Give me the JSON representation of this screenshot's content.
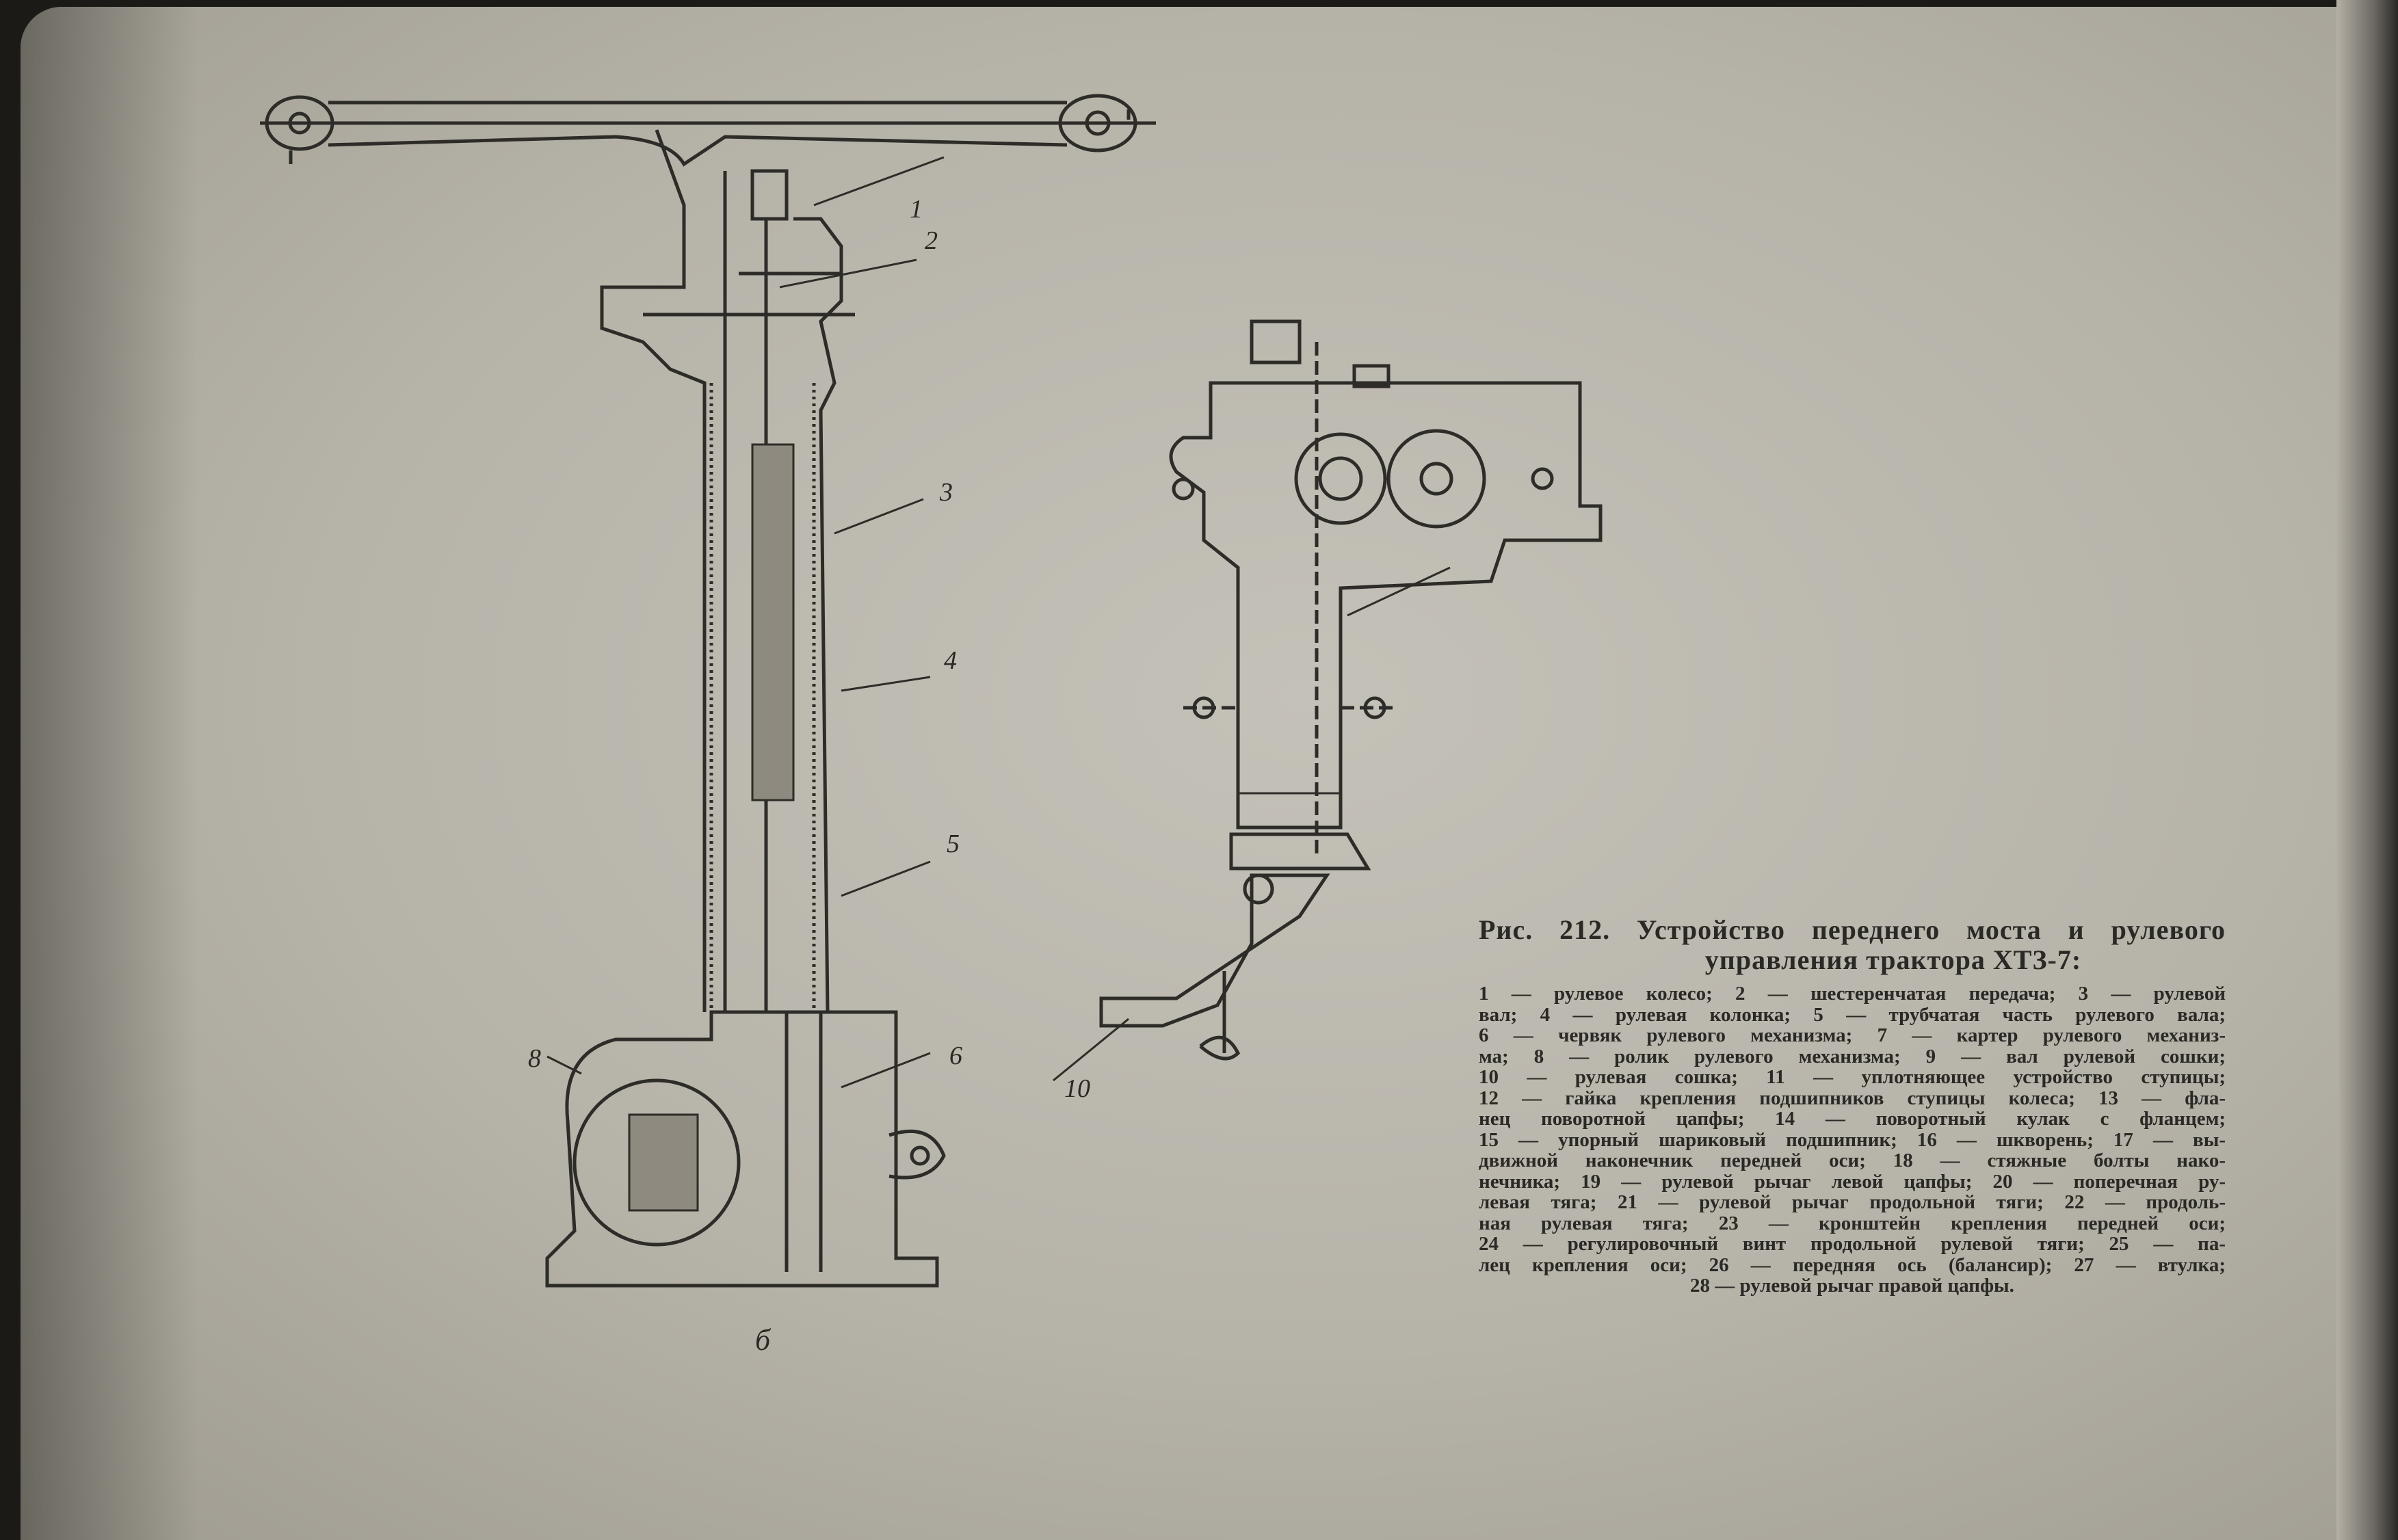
{
  "figure": {
    "labels": {
      "l1": "1",
      "l2": "2",
      "l3": "3",
      "l4": "4",
      "l5": "5",
      "l6": "6",
      "l8": "8",
      "l10": "10",
      "sub": "б"
    },
    "caption_title": [
      "Рис. 212. Устройство переднего моста и рулевого",
      "управления трактора ХТЗ-7:"
    ],
    "caption_lines": [
      "1 — рулевое колесо; 2 — шестеренчатая передача; 3 — рулевой",
      "вал; 4 — рулевая колонка; 5 — трубчатая часть рулевого вала;",
      "6 — червяк рулевого механизма; 7 — картер рулевого механиз-",
      "ма; 8 — ролик рулевого механизма; 9 — вал рулевой сошки;",
      "10 — рулевая сошка; 11 — уплотняющее устройство ступицы;",
      "12 — гайка крепления подшипников ступицы колеса; 13 — фла-",
      "нец поворотной цапфы; 14 — поворотный кулак с фланцем;",
      "15 — упорный шариковый подшипник; 16 — шкворень; 17 — вы-",
      "движной наконечник передней оси; 18 — стяжные болты нако-",
      "нечника; 19 — рулевой рычаг левой цапфы; 20 — поперечная ру-",
      "левая тяга; 21 — рулевой рычаг продольной тяги; 22 — продоль-",
      "ная рулевая тяга; 23 — кронштейн крепления передней оси;",
      "24 — регулировочный винт продольной рулевой тяги; 25 — па-",
      "лец крепления оси; 26 — передняя ось (балансир); 27 — втулка;",
      "28 — рулевой рычаг правой цапфы."
    ]
  }
}
